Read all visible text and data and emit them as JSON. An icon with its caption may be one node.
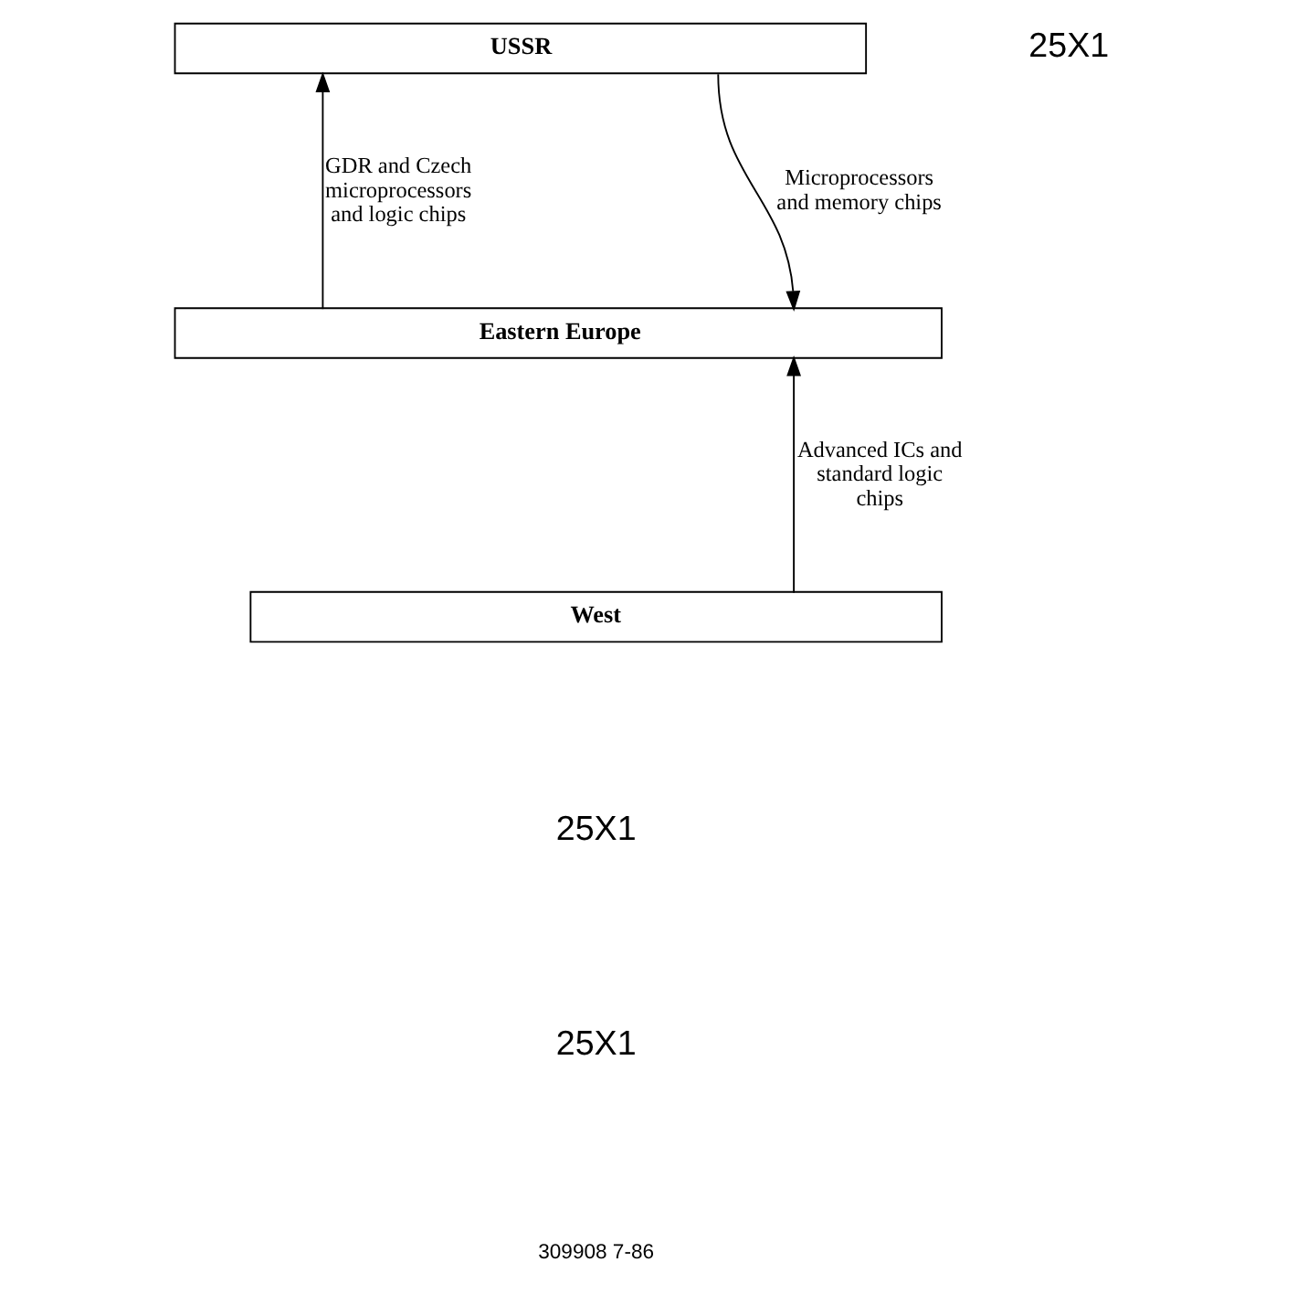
{
  "diagram": {
    "nodes": [
      {
        "text": [
          "USSR"
        ]
      },
      {
        "text": [
          "Eastern Europe"
        ]
      },
      {
        "text": [
          "West"
        ]
      }
    ],
    "edges": [
      {
        "from": 1,
        "to": 0,
        "arrow": "to",
        "label": "GDR and Czech microprocessors and logic chips"
      },
      {
        "from": 0,
        "to": 1,
        "arrow": "to",
        "label": "Microprocessors and memory chips"
      },
      {
        "from": 2,
        "to": 1,
        "arrow": "to",
        "label": "Advanced ICs and standard logic chips"
      }
    ],
    "labels": [
      "25X1",
      "25X1",
      "25X1",
      "309908 7-86"
    ]
  }
}
